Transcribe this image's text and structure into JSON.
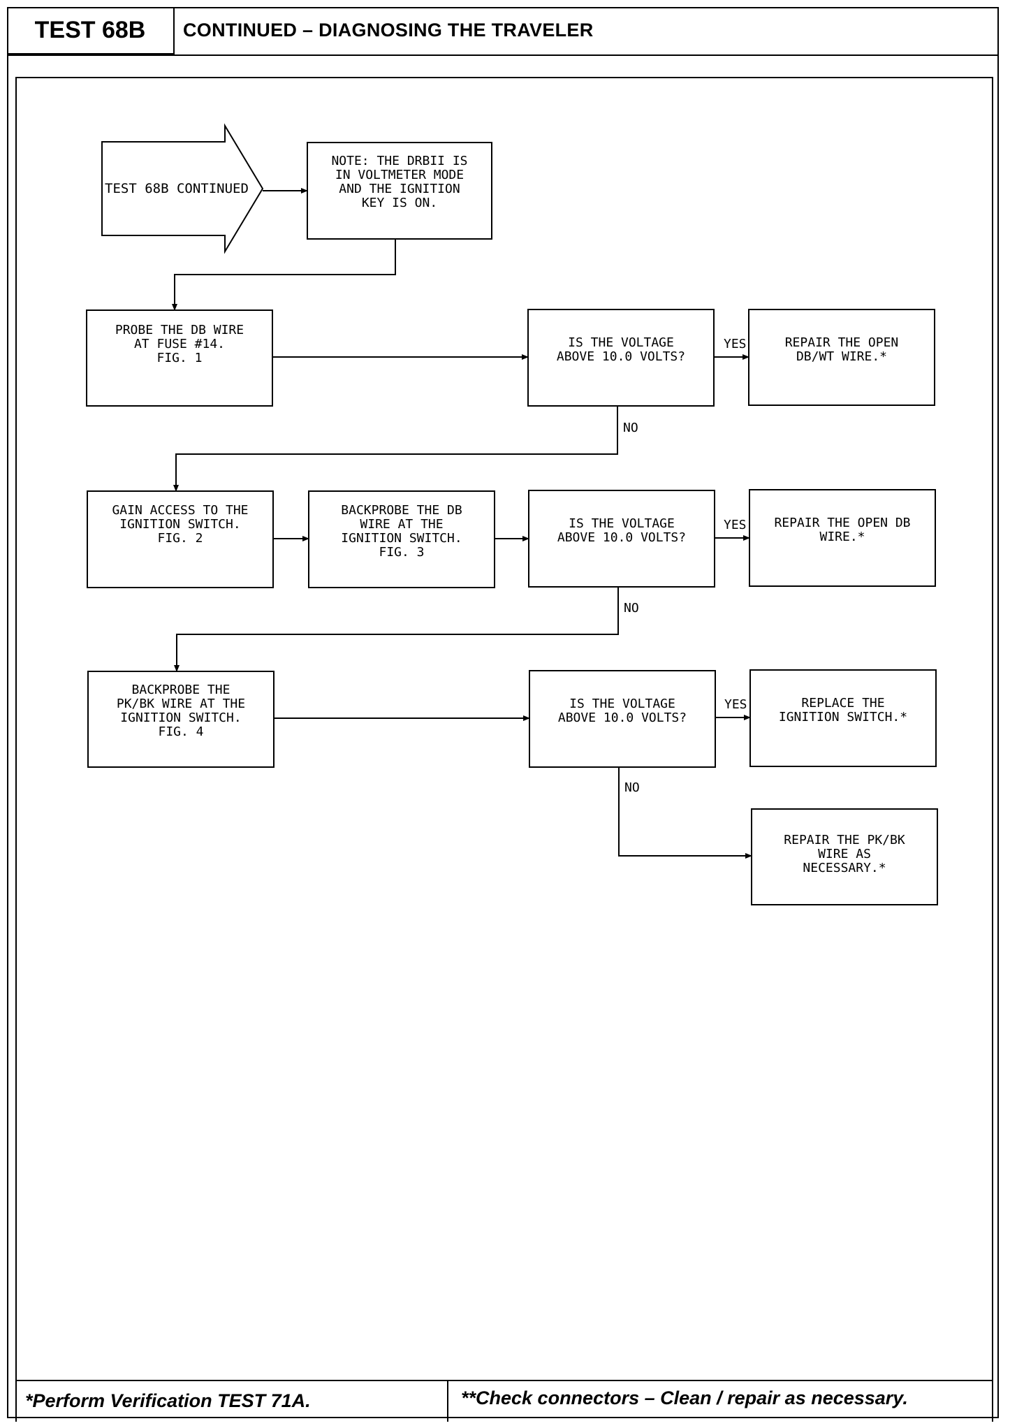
{
  "header": {
    "test_label": "TEST 68B",
    "title": "CONTINUED – DIAGNOSING THE TRAVELER"
  },
  "flowchart": {
    "start_arrow": "TEST 68B CONTINUED",
    "note_box": [
      "NOTE: THE DRBII IS",
      "IN VOLTMETER MODE",
      "AND THE IGNITION",
      "KEY IS ON."
    ],
    "probe_db": [
      "PROBE THE DB WIRE",
      "AT FUSE #14.",
      "",
      "FIG. 1"
    ],
    "q1": [
      "IS THE VOLTAGE",
      "ABOVE 10.0 VOLTS?"
    ],
    "repair_db_wt": [
      "REPAIR THE OPEN",
      "DB/WT WIRE.*"
    ],
    "gain_access": [
      "GAIN ACCESS TO THE",
      "IGNITION SWITCH.",
      "",
      "FIG. 2"
    ],
    "backprobe_db": [
      "BACKPROBE THE DB",
      "WIRE AT THE",
      "IGNITION SWITCH.",
      "",
      "FIG. 3"
    ],
    "q2": [
      "IS THE VOLTAGE",
      "ABOVE 10.0 VOLTS?"
    ],
    "repair_db": [
      "REPAIR THE OPEN DB",
      "WIRE.*"
    ],
    "backprobe_pkbk": [
      "BACKPROBE THE",
      "PK/BK WIRE AT THE",
      "IGNITION SWITCH.",
      "",
      "FIG. 4"
    ],
    "q3": [
      "IS THE VOLTAGE",
      "ABOVE 10.0 VOLTS?"
    ],
    "replace_switch": [
      "REPLACE THE",
      "IGNITION SWITCH.*"
    ],
    "repair_pkbk": [
      "REPAIR THE PK/BK",
      "WIRE AS",
      "NECESSARY.*"
    ],
    "yes_label": "YES",
    "no_label": "NO"
  },
  "footer": {
    "left": "*Perform Verification TEST 71A.",
    "right": "**Check connectors – Clean / repair as necessary."
  }
}
